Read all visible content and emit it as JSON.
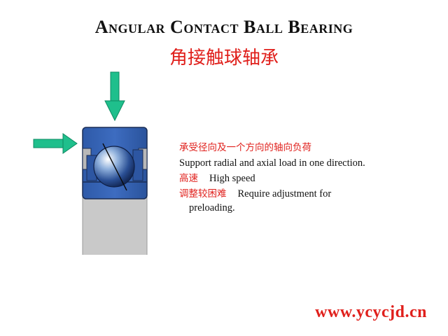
{
  "header": {
    "title": "Angular Contact Ball Bearing",
    "subtitle": "角接触球轴承"
  },
  "features": {
    "line1_cn": "承受径向及一个方向的轴向负荷",
    "line2_en": "Support radial and axial load in one direction.",
    "line3_cn": "高速",
    "line3_en": "High speed",
    "line4_cn": "调整较困难",
    "line4_en": "Require adjustment for",
    "line5_en": "preloading."
  },
  "footer": {
    "website": "www.ycycjd.cn"
  },
  "colors": {
    "accent_red": "#e0201c",
    "ring_blue": "#2f5fb0",
    "arrow_green": "#1fbf8c",
    "shaft_gray": "#c9c9c9"
  },
  "icons": {
    "radial_load": "arrow-down-icon",
    "axial_load": "arrow-right-icon"
  }
}
